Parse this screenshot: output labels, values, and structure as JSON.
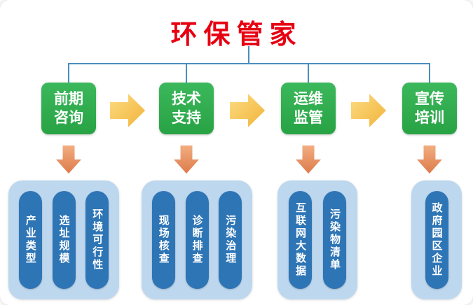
{
  "title": "环保管家",
  "colors": {
    "title": "#e60012",
    "stage": "#2fae4a",
    "arrow_right": "#f6c04a",
    "arrow_down": "#e58a5e",
    "group": "#bdd7ee",
    "pill": "#2e75b6",
    "connector": "#4a8fbe"
  },
  "stages": [
    {
      "line1": "前期",
      "line2": "咨询",
      "items": [
        "产业类型",
        "选址规模",
        "环境可行性"
      ]
    },
    {
      "line1": "技术",
      "line2": "支持",
      "items": [
        "现场核查",
        "诊断排查",
        "污染治理"
      ]
    },
    {
      "line1": "运维",
      "line2": "监管",
      "items": [
        "互联网大数据",
        "污染物清单"
      ]
    },
    {
      "line1": "宣传",
      "line2": "培训",
      "items": [
        "政府园区企业"
      ]
    }
  ]
}
